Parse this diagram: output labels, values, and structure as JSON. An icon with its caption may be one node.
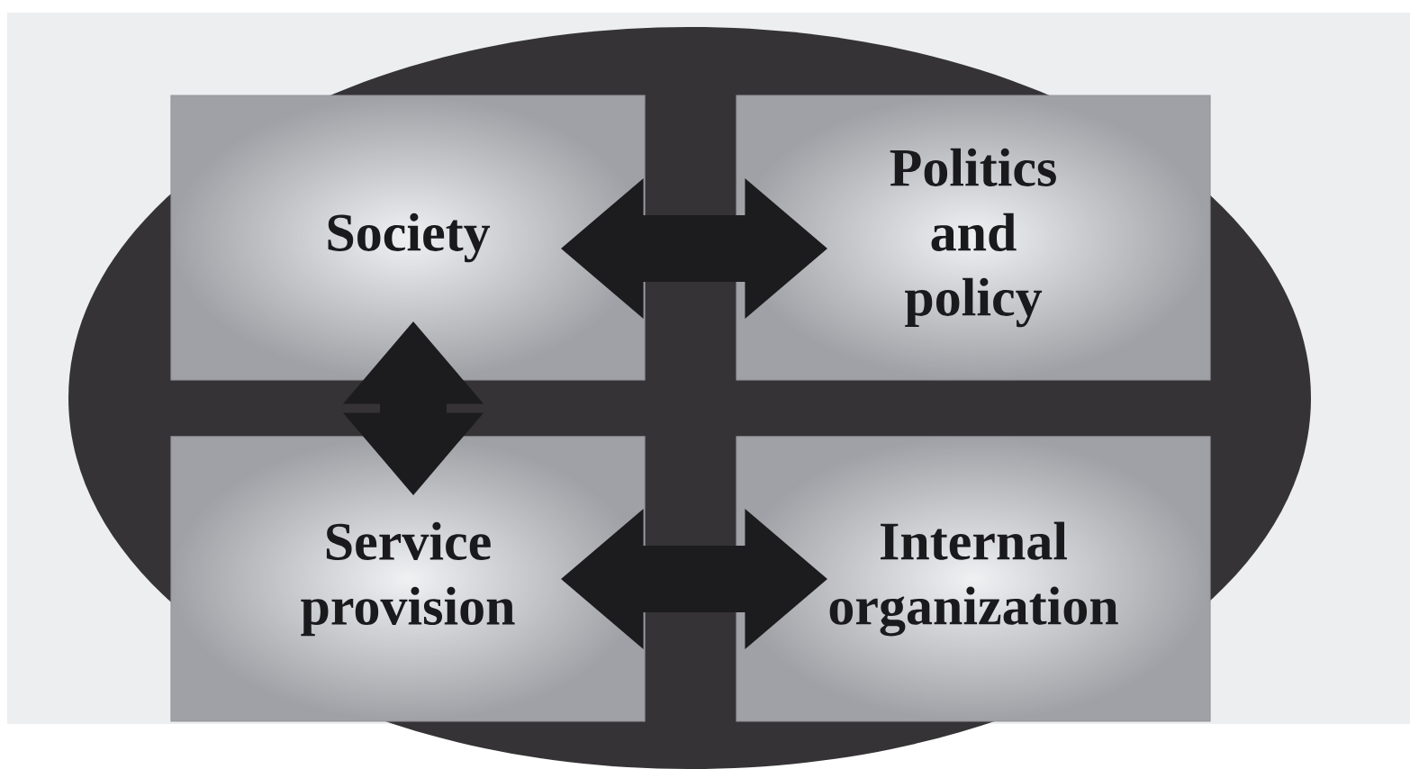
{
  "diagram": {
    "nodes": [
      {
        "text": [
          "Society"
        ]
      },
      {
        "text": [
          "Politics and policy"
        ]
      },
      {
        "text": [
          "Service provision"
        ]
      },
      {
        "text": [
          "Internal organization"
        ]
      }
    ],
    "edges": [
      {
        "from": 0,
        "to": 1,
        "arrow": "both"
      },
      {
        "from": 0,
        "to": 2,
        "arrow": "both"
      },
      {
        "from": 2,
        "to": 3,
        "arrow": "both"
      }
    ]
  }
}
